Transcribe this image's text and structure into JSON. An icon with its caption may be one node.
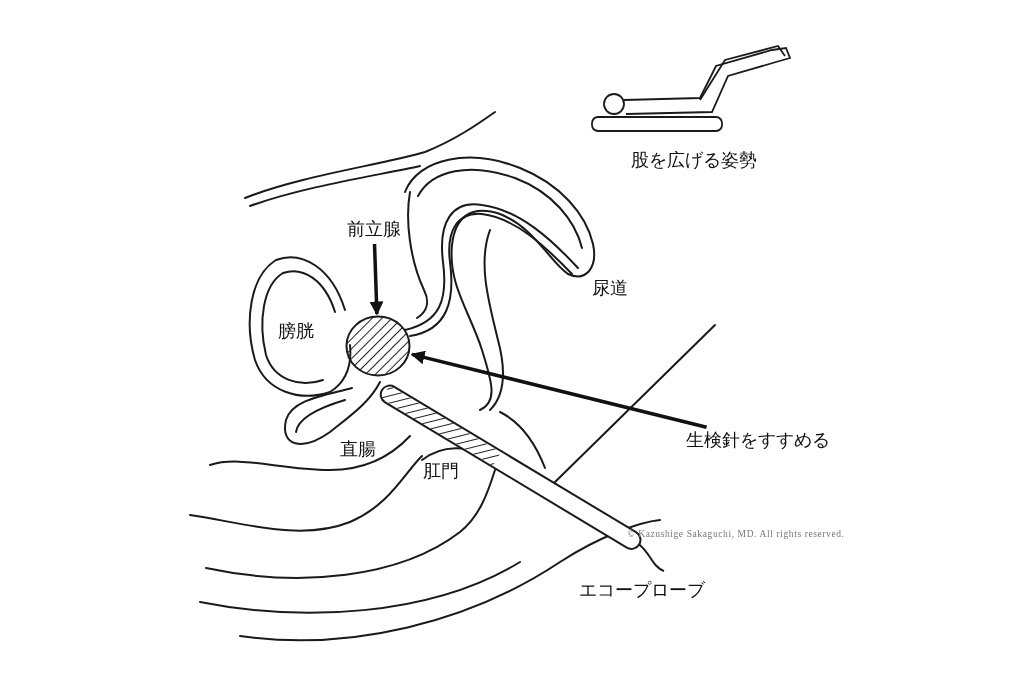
{
  "diagram": {
    "nodes": [
      {
        "text": [
          "前立腺"
        ]
      },
      {
        "text": [],
        "shape": "circle"
      },
      {
        "text": [
          "生検針をすすめる"
        ]
      }
    ],
    "edges": [
      {
        "from": 0,
        "to": 1,
        "arrow": "to"
      },
      {
        "from": 2,
        "to": 1,
        "arrow": "to"
      }
    ],
    "labels": [
      "股を広げる姿勢",
      "尿道",
      "膀胱",
      "直腸",
      "肛門",
      "© Kazushige Sakaguchi, MD. All rights reserved.",
      "エコープローブ"
    ]
  }
}
